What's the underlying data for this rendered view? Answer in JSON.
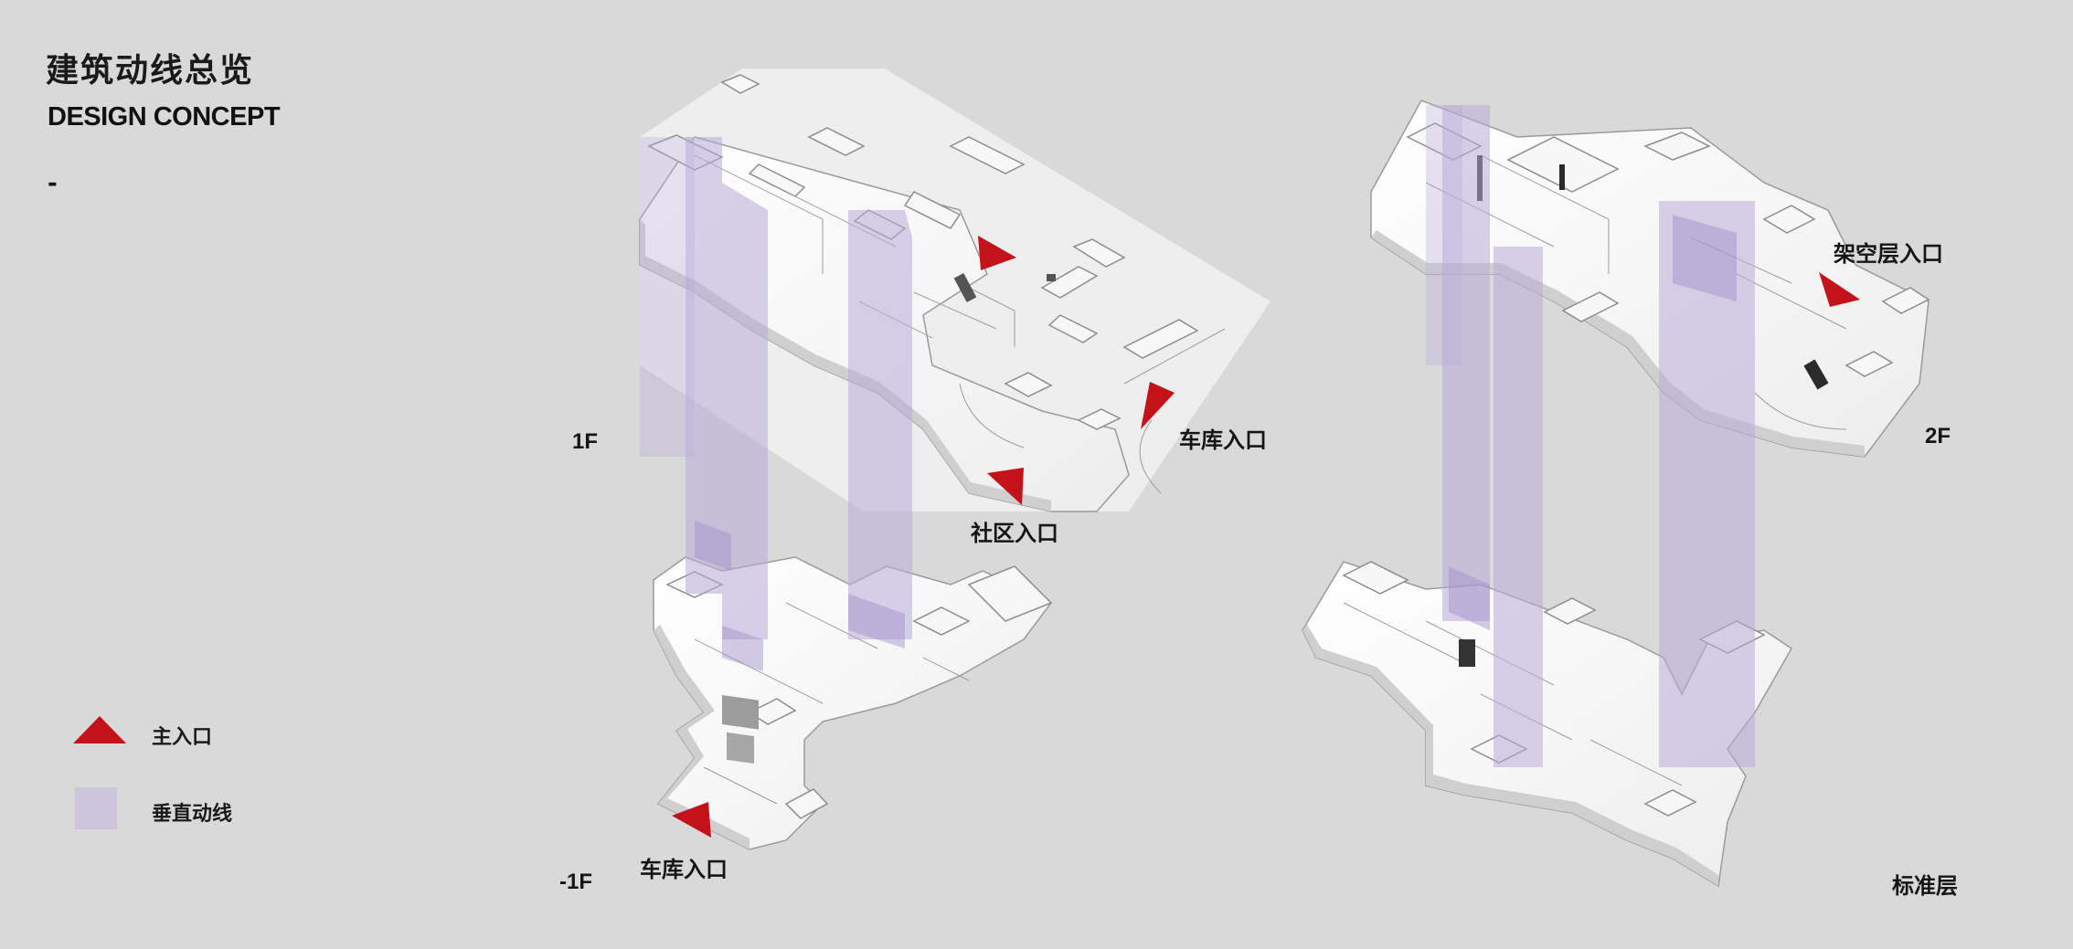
{
  "header": {
    "title": "建筑动线总览",
    "subtitle": "DESIGN CONCEPT",
    "dash": "-"
  },
  "floors": {
    "f1": "1F",
    "f2": "2F",
    "fb1": "-1F",
    "standard": "标准层"
  },
  "entrances": {
    "garage_1f": "车库入口",
    "community": "社区入口",
    "stilt_floor": "架空层入口",
    "garage_b1": "车库入口"
  },
  "legend": {
    "main_entrance": "主入口",
    "vertical_circulation": "垂直动线"
  },
  "colors": {
    "background": "#d9d9d9",
    "entrance_marker": "#c4121b",
    "vertical_circulation": "#b9abd9"
  }
}
